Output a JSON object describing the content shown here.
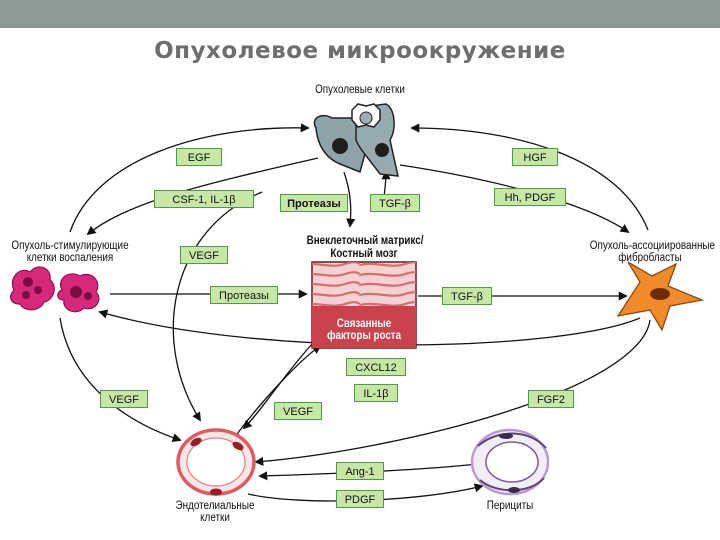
{
  "title": "Опухолевое микроокружение",
  "nodes": {
    "tumor_cells": "Опухолевые клетки",
    "inflammation_line1": "Опухоль-стимулирующие",
    "inflammation_line2": "клетки воспаления",
    "fibroblasts_line1": "Опухоль-ассоциированные",
    "fibroblasts_line2": "фибробласты",
    "ecm_line1": "Внеклеточный матрикс/",
    "ecm_line2": "Костный мозг",
    "bound_line1": "Связанные",
    "bound_line2": "факторы роста",
    "endothelial_line1": "Эндотелиальные",
    "endothelial_line2": "клетки",
    "pericytes": "Перициты"
  },
  "factors": {
    "egf": "EGF",
    "csf": "CSF-1, IL-1β",
    "hgf": "HGF",
    "hh_pdgf": "Hh, PDGF",
    "proteases_top": "Протеазы",
    "tgf_top": "TGF-β",
    "vegf_left": "VEGF",
    "proteases_mid": "Протеазы",
    "tgf_mid": "TGF-β",
    "cxcl12": "CXCL12",
    "il1": "IL-1β",
    "vegf_low_left": "VEGF",
    "vegf_low_mid": "VEGF",
    "fgf2": "FGF2",
    "ang1": "Ang-1",
    "pdgf": "PDGF"
  },
  "colors": {
    "factor_box_fill": "#c7e8a5",
    "factor_box_border": "#4f9a47",
    "tumor_cell": "#8fa3a8",
    "inflammatory_cell": "#d8287a",
    "fibroblast": "#f08a2a",
    "endothelial": "#e05a62",
    "pericyte": "#b79ad2",
    "matrix": "#c9424c"
  }
}
